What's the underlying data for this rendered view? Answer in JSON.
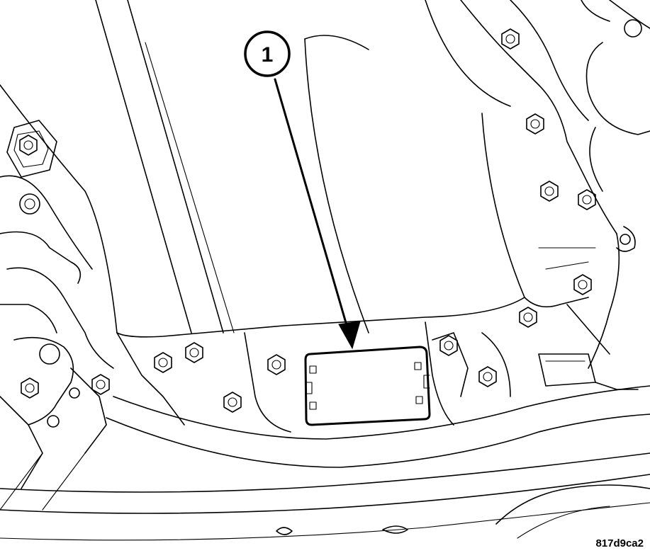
{
  "callout": {
    "number": "1"
  },
  "figure_code": "817d9ca2",
  "parts": {
    "callout_target": "plate-cover",
    "bolt_icon": "hex-bolt-icon"
  }
}
